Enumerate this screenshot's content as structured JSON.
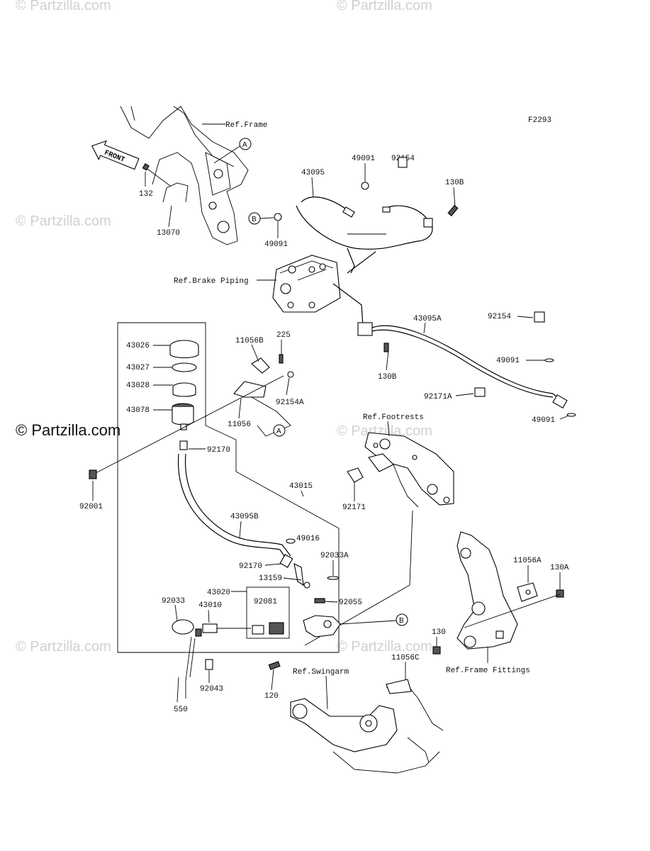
{
  "figure_code": "F2293",
  "watermarks": {
    "small": "© Partzilla.com",
    "large": "© Partzilla.com"
  },
  "front_label": "FRONT",
  "refs": {
    "frame": "Ref.Frame",
    "brake_piping": "Ref.Brake Piping",
    "footrests": "Ref.Footrests",
    "frame_fittings": "Ref.Frame Fittings",
    "swingarm": "Ref.Swingarm"
  },
  "callouts": {
    "a": "A",
    "b": "B"
  },
  "parts": {
    "p132": "132",
    "p13070": "13070",
    "p43095": "43095",
    "p49091_top": "49091",
    "p92154_top": "92154",
    "p130b_top": "130B",
    "p49091_left": "49091",
    "p43026": "43026",
    "p43027": "43027",
    "p43028": "43028",
    "p43078": "43078",
    "p11056b": "11056B",
    "p225": "225",
    "p92154a": "92154A",
    "p11056": "11056",
    "p43095a": "43095A",
    "p92154_right": "92154",
    "p49091_right1": "49091",
    "p130b_mid": "130B",
    "p92171a": "92171A",
    "p49091_right2": "49091",
    "p92170_top": "92170",
    "p92001": "92001",
    "p43015": "43015",
    "p92171": "92171",
    "p43095b": "43095B",
    "p49016": "49016",
    "p92033a": "92033A",
    "p92170_bot": "92170",
    "p13159": "13159",
    "p43020": "43020",
    "p92033": "92033",
    "p43010": "43010",
    "p92081": "92081",
    "p92055": "92055",
    "p11056a": "11056A",
    "p130a": "130A",
    "p130": "130",
    "p11056c": "11056C",
    "p92043": "92043",
    "p120": "120",
    "p550": "550"
  }
}
